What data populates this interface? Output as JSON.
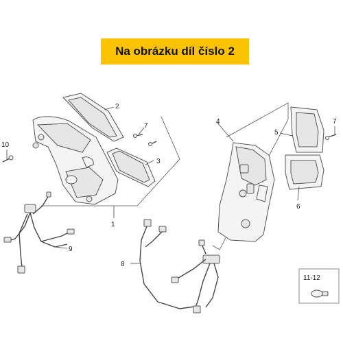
{
  "banner": {
    "text": "Na obrázku díl číslo 2",
    "color": "#fcc300"
  },
  "callouts": {
    "c1": "1",
    "c2": "2",
    "c3": "3",
    "c4": "4",
    "c5": "5",
    "c6": "6",
    "c7a": "7",
    "c7b": "7",
    "c8": "8",
    "c9": "9",
    "c10": "10",
    "c11_12": "11-12"
  }
}
